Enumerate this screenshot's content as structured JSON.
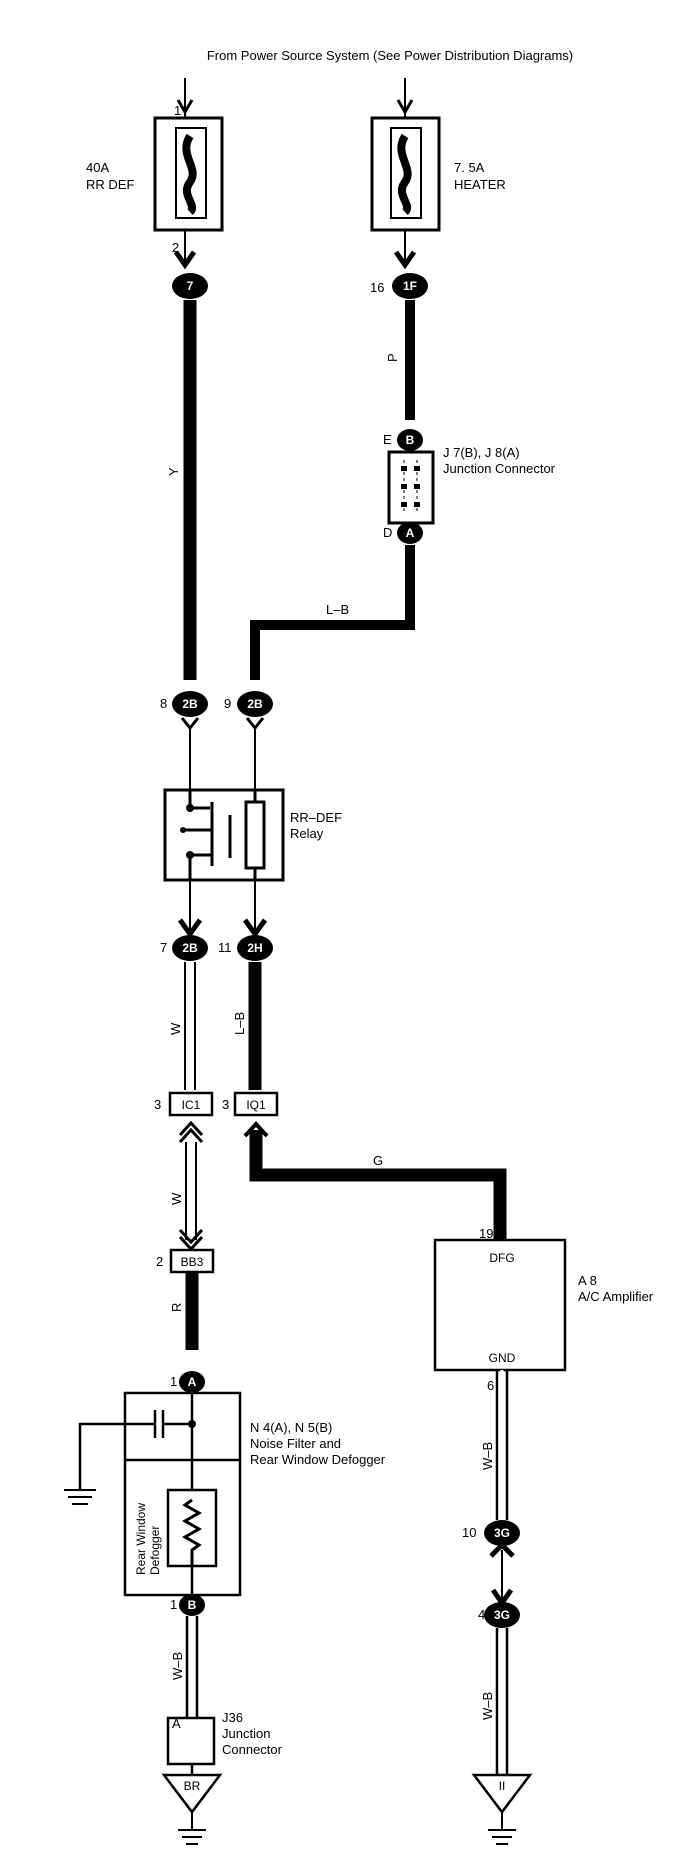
{
  "title": "From Power Source System (See Power Distribution Diagrams)",
  "fuses": [
    {
      "rating": "40A",
      "name": "RR DEF",
      "pin_in": "1",
      "pin_out": "2"
    },
    {
      "rating": "7. 5A",
      "name": "HEATER",
      "pin_out": "16"
    }
  ],
  "connectors": {
    "c7": "7",
    "c1F": "1F",
    "c2B_8": "2B",
    "c2B_9": "2B",
    "c2B_7": "2B",
    "c2H": "2H",
    "IC1": "IC1",
    "IQ1": "IQ1",
    "BB3": "BB3",
    "A": "A",
    "B": "B",
    "3G_10": "3G",
    "3G_4": "3G",
    "jB": "B",
    "jA": "A"
  },
  "pins": {
    "p8": "8",
    "p9": "9",
    "p7": "7",
    "p11": "11",
    "p3a": "3",
    "p3b": "3",
    "p2": "2",
    "pA1": "1",
    "pB1": "1",
    "p19": "19",
    "p6": "6",
    "p10": "10",
    "p4": "4",
    "pE": "E",
    "pD": "D",
    "pJA": "A"
  },
  "wires": {
    "Y": "Y",
    "P": "P",
    "LB_h": "L–B",
    "W1": "W",
    "LB_v": "L–B",
    "W2": "W",
    "G": "G",
    "R": "R",
    "WB1": "W–B",
    "WB2": "W–B",
    "WB3": "W–B"
  },
  "junction": {
    "line1": "J 7(B), J 8(A)",
    "line2": "Junction Connector"
  },
  "relay": {
    "line1": "RR–DEF",
    "line2": "Relay"
  },
  "amplifier": {
    "line1": "A 8",
    "line2": "A/C Amplifier",
    "terminal_top": "DFG",
    "terminal_bottom": "GND"
  },
  "noise_filter": {
    "line1": "N 4(A), N 5(B)",
    "line2": "Noise Filter and",
    "line3": "Rear Window Defogger"
  },
  "defogger_label": {
    "line1": "Rear Window",
    "line2": "Defogger"
  },
  "j36": {
    "line1": "J36",
    "line2": "Junction",
    "line3": "Connector"
  },
  "grounds": {
    "BR": "BR",
    "II": "II"
  }
}
